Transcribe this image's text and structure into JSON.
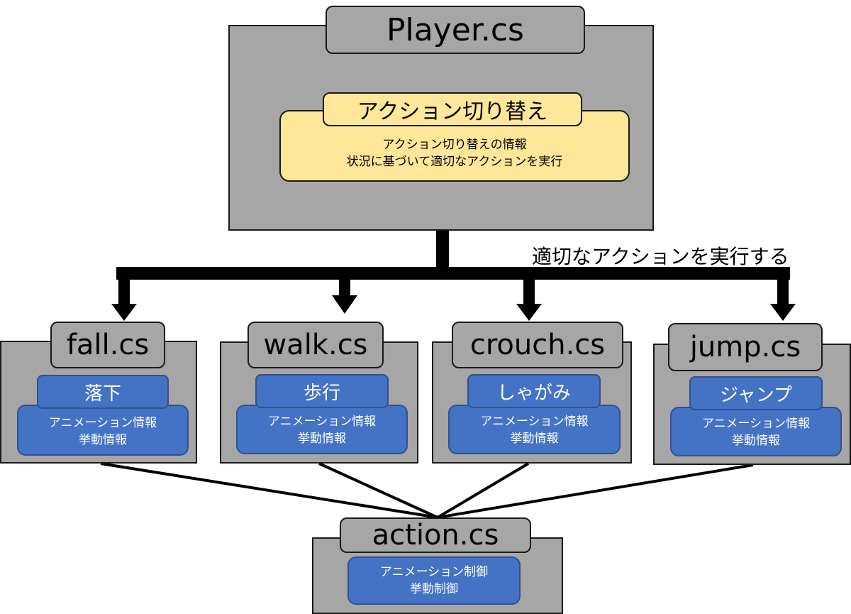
{
  "player": {
    "title": "Player.cs",
    "section_title": "アクション切り替え",
    "desc_line1": "アクション切り替えの情報",
    "desc_line2": "状況に基づいて適切なアクションを実行"
  },
  "note": "適切なアクションを実行する",
  "actions": [
    {
      "file": "fall.cs",
      "name": "落下",
      "line1": "アニメーション情報",
      "line2": "挙動情報"
    },
    {
      "file": "walk.cs",
      "name": "歩行",
      "line1": "アニメーション情報",
      "line2": "挙動情報"
    },
    {
      "file": "crouch.cs",
      "name": "しゃがみ",
      "line1": "アニメーション情報",
      "line2": "挙動情報"
    },
    {
      "file": "jump.cs",
      "name": "ジャンプ",
      "line1": "アニメーション情報",
      "line2": "挙動情報"
    }
  ],
  "base": {
    "file": "action.cs",
    "line1": "アニメーション制御",
    "line2": "挙動制御"
  },
  "colors": {
    "panel_gray": "#a6a6a6",
    "yellow": "#ffe699",
    "blue": "#4472c4",
    "line": "#000000"
  }
}
